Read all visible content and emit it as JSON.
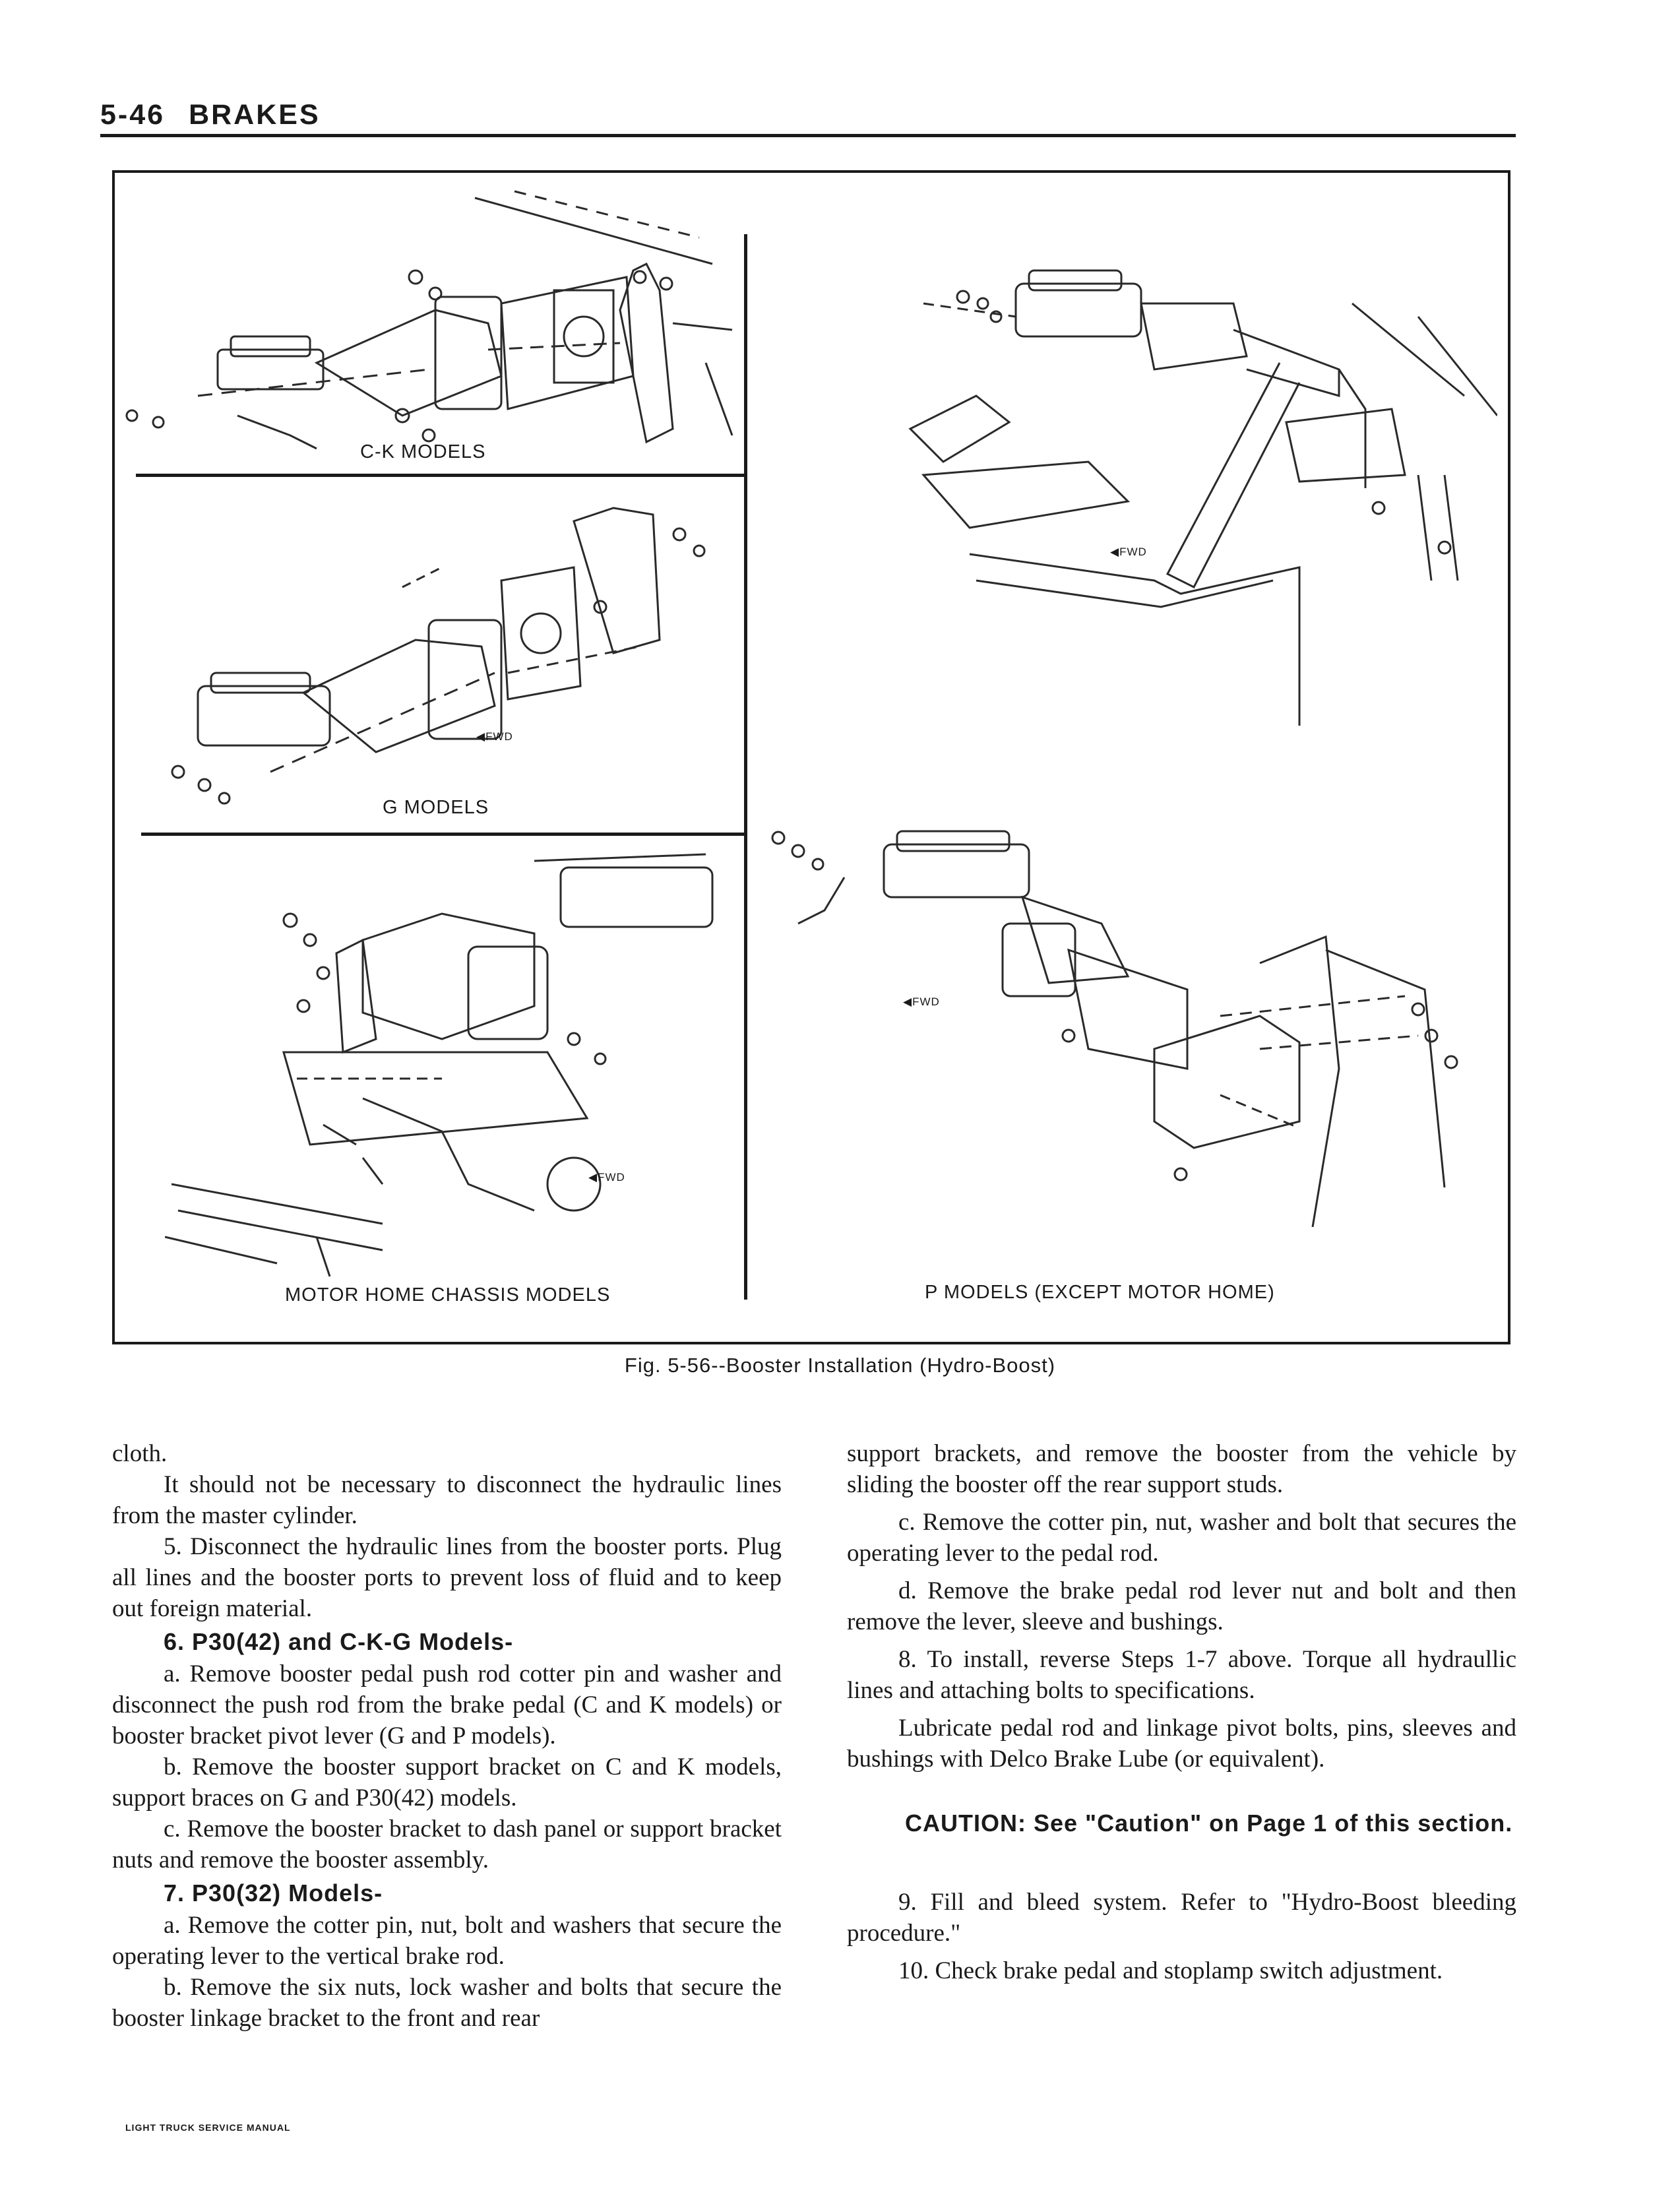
{
  "header": {
    "page_number": "5-46",
    "section": "BRAKES"
  },
  "figure": {
    "panels": {
      "ck": "C-K MODELS",
      "g": "G MODELS",
      "motor_home": "MOTOR HOME CHASSIS MODELS",
      "p": "P MODELS (EXCEPT MOTOR HOME)"
    },
    "fwd_label": "FWD",
    "caption": "Fig. 5-56--Booster Installation (Hydro-Boost)"
  },
  "left_column": [
    {
      "type": "text",
      "indent": false,
      "text": "cloth."
    },
    {
      "type": "text",
      "indent": true,
      "text": "It should not be necessary to disconnect the hydraulic lines from the master cylinder."
    },
    {
      "type": "text",
      "indent": true,
      "text": "5. Disconnect the hydraulic lines from the booster ports. Plug all lines and the booster ports to prevent loss of fluid and to keep out foreign material."
    },
    {
      "type": "heading",
      "text": "6. P30(42) and C-K-G Models-"
    },
    {
      "type": "text",
      "indent": true,
      "text": "a. Remove booster pedal push rod cotter pin and washer and disconnect the push rod from the brake pedal (C and K models) or booster bracket pivot lever (G and P models)."
    },
    {
      "type": "text",
      "indent": true,
      "text": "b. Remove the booster support bracket on C and K models, support braces on G and P30(42) models."
    },
    {
      "type": "text",
      "indent": true,
      "text": "c. Remove the booster bracket to dash panel or support bracket nuts and remove the booster assembly."
    },
    {
      "type": "heading",
      "text": "7. P30(32) Models-"
    },
    {
      "type": "text",
      "indent": true,
      "text": "a. Remove the cotter pin, nut, bolt and washers that secure the operating lever to the vertical brake rod."
    },
    {
      "type": "text",
      "indent": true,
      "text": "b. Remove the six nuts, lock washer and bolts that secure the booster linkage bracket to the front and rear"
    }
  ],
  "right_column": {
    "before_caution": [
      {
        "indent": false,
        "text": "support brackets, and remove the booster from the vehicle by sliding the booster off the rear support studs."
      },
      {
        "indent": true,
        "text": "c. Remove the cotter pin, nut, washer and bolt that secures the operating lever to the pedal rod."
      },
      {
        "indent": true,
        "text": "d. Remove the brake pedal rod lever nut and bolt and then remove the lever, sleeve and bushings."
      },
      {
        "indent": true,
        "text": "8. To install, reverse Steps 1-7 above. Torque all hydraullic lines and attaching bolts to specifications."
      },
      {
        "indent": true,
        "text": "Lubricate pedal rod and linkage pivot bolts, pins, sleeves and bushings with Delco Brake Lube (or equivalent)."
      }
    ],
    "caution": "CAUTION: See \"Caution\" on Page 1 of this section.",
    "after_caution": [
      {
        "indent": true,
        "text": "9. Fill and bleed system. Refer to \"Hydro-Boost bleeding procedure.\""
      },
      {
        "indent": true,
        "text": "10. Check brake pedal and stoplamp switch adjustment."
      }
    ]
  },
  "footer": "LIGHT TRUCK SERVICE MANUAL"
}
